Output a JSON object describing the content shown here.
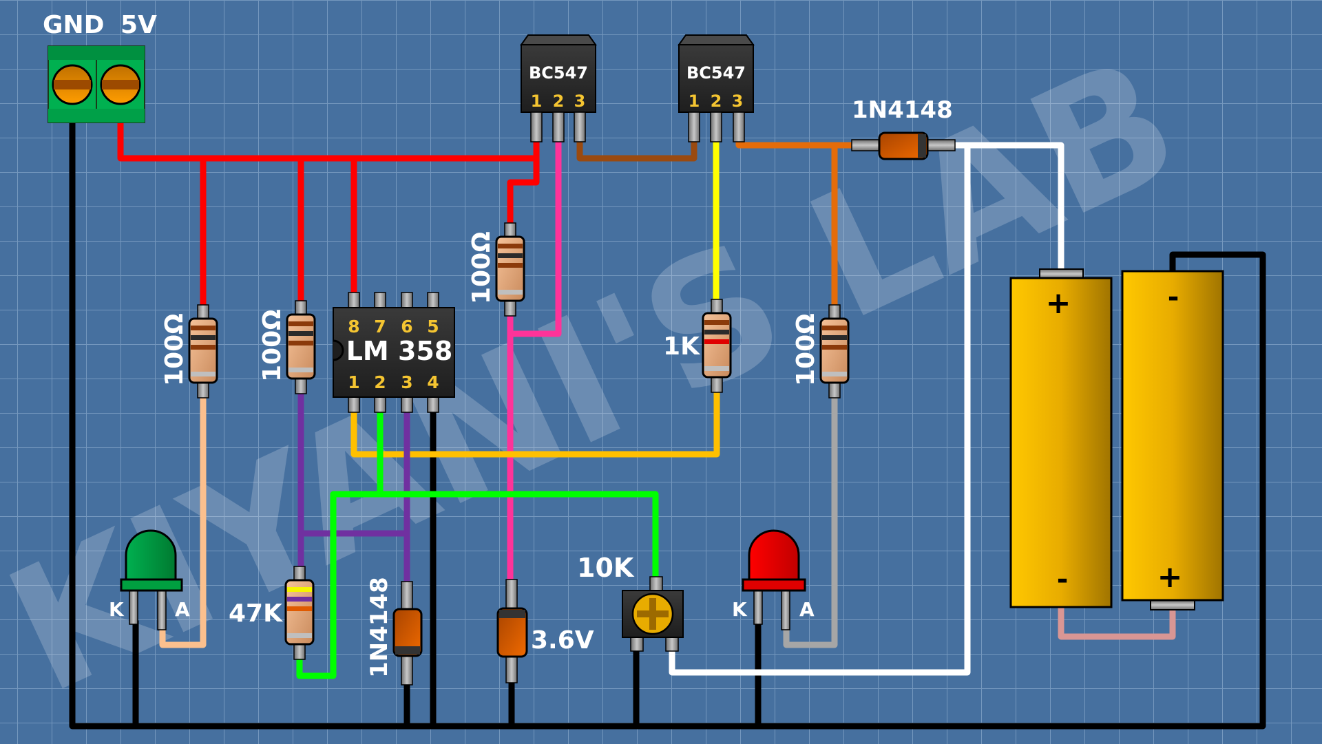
{
  "title": "LM358 battery charger circuit breadboard layout",
  "watermark": "KIYANI'S LAB",
  "colors": {
    "background": "#46709f",
    "grid": "#8faed0",
    "wire_5v": "#ff0000",
    "wire_gnd": "#000000",
    "wire_pink": "#ff3399",
    "wire_brown": "#9a4a10",
    "wire_yellow": "#ffff00",
    "wire_orange": "#e46c0a",
    "wire_amber": "#ffc000",
    "wire_green": "#00ff00",
    "wire_purple": "#7030a0",
    "wire_peach": "#fbc08e",
    "wire_gray": "#a6a6a6",
    "wire_white": "#ffffff",
    "wire_battery_link": "#d99694"
  },
  "power_terminal": {
    "labels": [
      "GND",
      "5V"
    ]
  },
  "transistors": [
    {
      "name": "BC547",
      "pins": [
        "1",
        "2",
        "3"
      ]
    },
    {
      "name": "BC547",
      "pins": [
        "1",
        "2",
        "3"
      ]
    }
  ],
  "opamp": {
    "name": "LM 358",
    "top_pins": [
      "8",
      "7",
      "6",
      "5"
    ],
    "bottom_pins": [
      "1",
      "2",
      "3",
      "4"
    ]
  },
  "resistors": [
    {
      "id": "R1",
      "label": "100Ω",
      "bands": [
        "#8b3a0a",
        "#2b2b2b",
        "#8b3a0a",
        "#bfbfbf"
      ]
    },
    {
      "id": "R2",
      "label": "100Ω",
      "bands": [
        "#8b3a0a",
        "#2b2b2b",
        "#8b3a0a",
        "#bfbfbf"
      ]
    },
    {
      "id": "R3",
      "label": "100Ω",
      "bands": [
        "#8b3a0a",
        "#2b2b2b",
        "#8b3a0a",
        "#bfbfbf"
      ]
    },
    {
      "id": "R4",
      "label": "1K",
      "bands": [
        "#8b3a0a",
        "#2b2b2b",
        "#e00000",
        "#bfbfbf"
      ]
    },
    {
      "id": "R5",
      "label": "100Ω",
      "bands": [
        "#8b3a0a",
        "#2b2b2b",
        "#8b3a0a",
        "#bfbfbf"
      ]
    },
    {
      "id": "R6",
      "label": "47K",
      "bands": [
        "#f5f500",
        "#7030a0",
        "#e05a00",
        "#bfbfbf"
      ]
    }
  ],
  "diodes": [
    {
      "id": "D1",
      "label": "1N4148"
    },
    {
      "id": "D2",
      "label": "1N4148"
    },
    {
      "id": "Z1",
      "label": "3.6V"
    }
  ],
  "potentiometer": {
    "label": "10K"
  },
  "leds": [
    {
      "id": "LED1",
      "color": "green",
      "pins": [
        "K",
        "A"
      ]
    },
    {
      "id": "LED2",
      "color": "red",
      "pins": [
        "K",
        "A"
      ]
    }
  ],
  "batteries": [
    {
      "id": "B1",
      "top_sign": "+",
      "bottom_sign": "-"
    },
    {
      "id": "B2",
      "top_sign": "-",
      "bottom_sign": "+"
    }
  ]
}
